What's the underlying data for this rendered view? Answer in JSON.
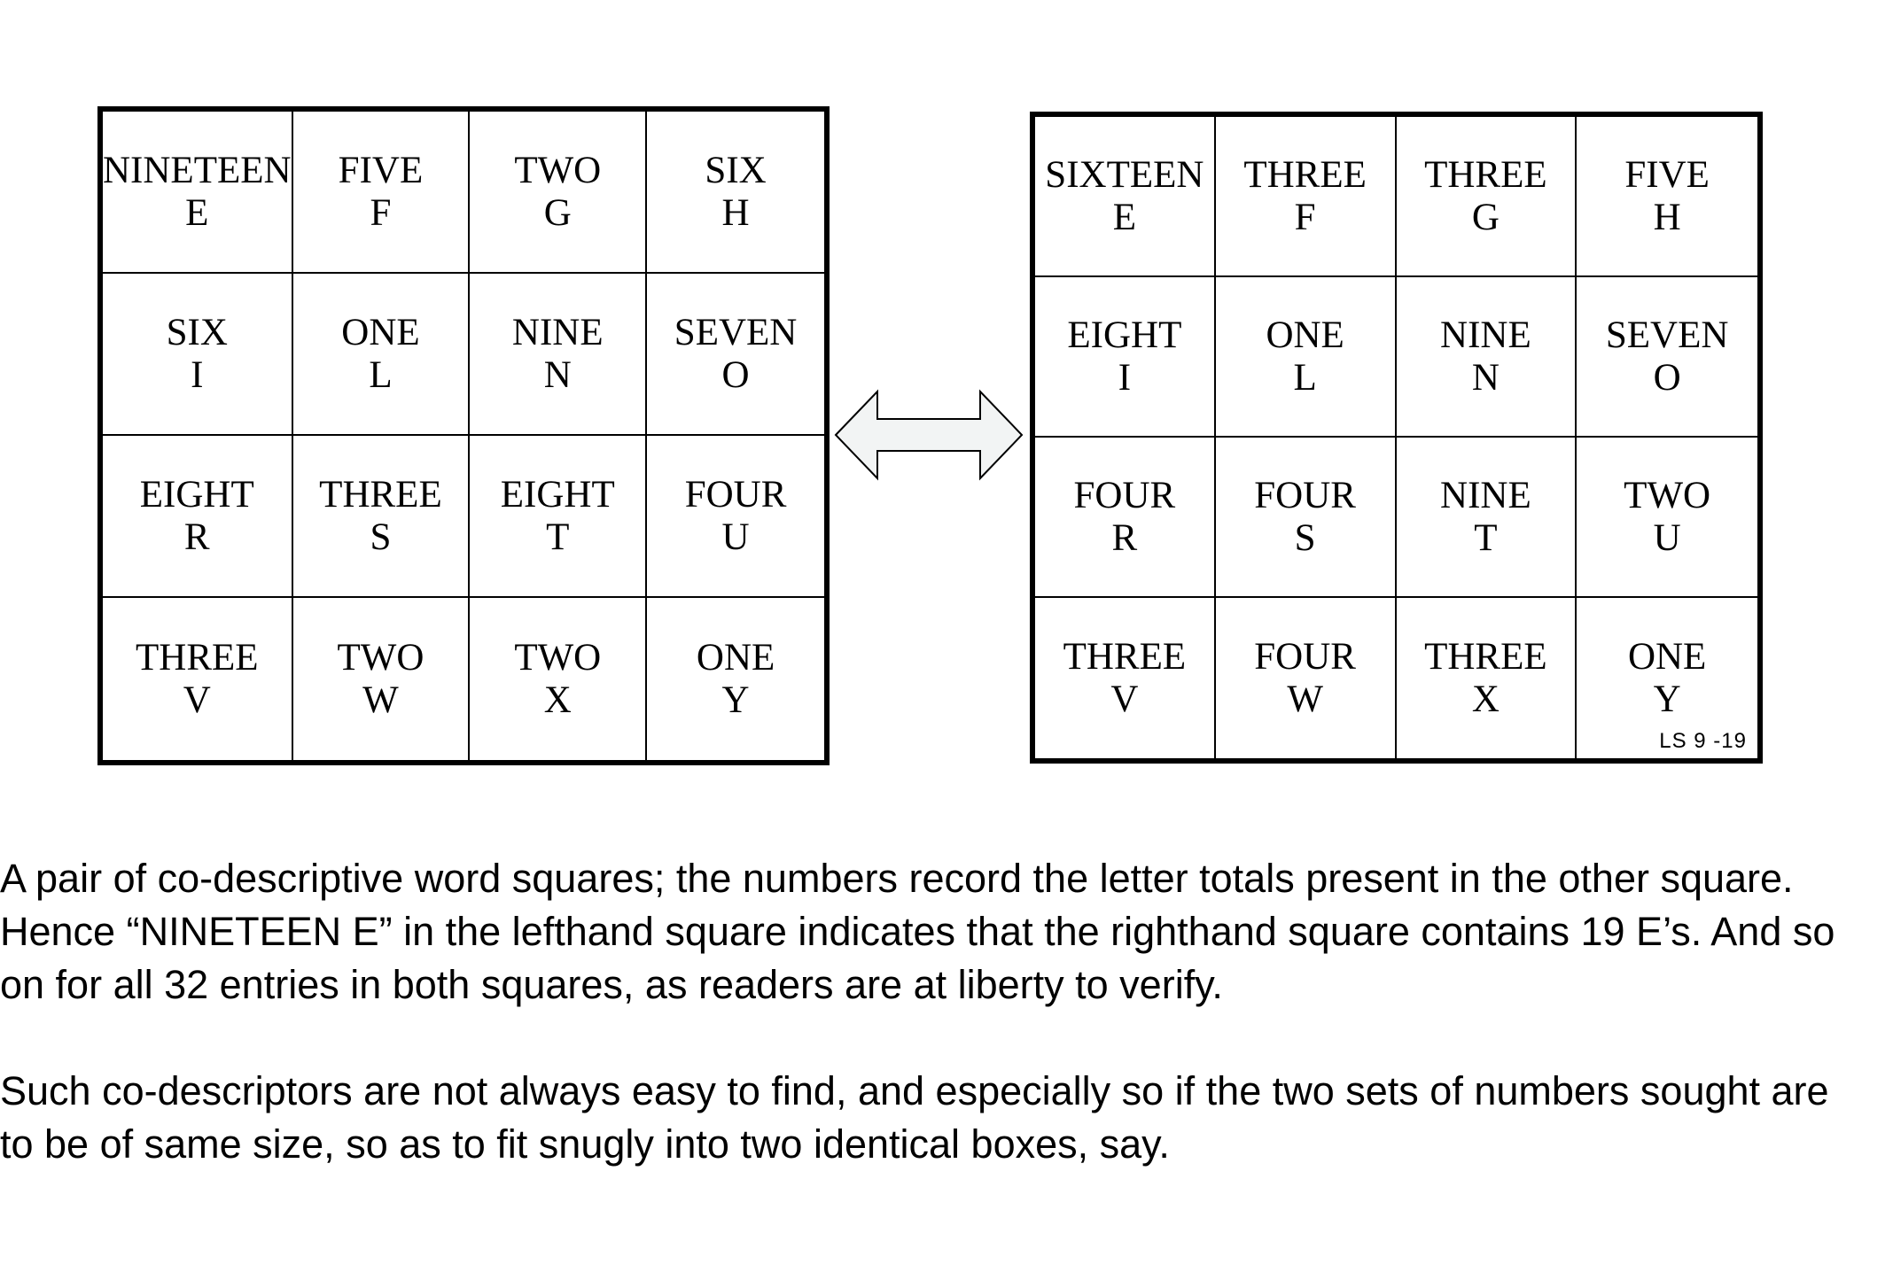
{
  "left_square": {
    "cells": [
      {
        "word": "NINETEEN",
        "letter": "E"
      },
      {
        "word": "FIVE",
        "letter": "F"
      },
      {
        "word": "TWO",
        "letter": "G"
      },
      {
        "word": "SIX",
        "letter": "H"
      },
      {
        "word": "SIX",
        "letter": "I"
      },
      {
        "word": "ONE",
        "letter": "L"
      },
      {
        "word": "NINE",
        "letter": "N"
      },
      {
        "word": "SEVEN",
        "letter": "O"
      },
      {
        "word": "EIGHT",
        "letter": "R"
      },
      {
        "word": "THREE",
        "letter": "S"
      },
      {
        "word": "EIGHT",
        "letter": "T"
      },
      {
        "word": "FOUR",
        "letter": "U"
      },
      {
        "word": "THREE",
        "letter": "V"
      },
      {
        "word": "TWO",
        "letter": "W"
      },
      {
        "word": "TWO",
        "letter": "X"
      },
      {
        "word": "ONE",
        "letter": "Y"
      }
    ]
  },
  "right_square": {
    "cells": [
      {
        "word": "SIXTEEN",
        "letter": "E"
      },
      {
        "word": "THREE",
        "letter": "F"
      },
      {
        "word": "THREE",
        "letter": "G"
      },
      {
        "word": "FIVE",
        "letter": "H"
      },
      {
        "word": "EIGHT",
        "letter": "I"
      },
      {
        "word": "ONE",
        "letter": "L"
      },
      {
        "word": "NINE",
        "letter": "N"
      },
      {
        "word": "SEVEN",
        "letter": "O"
      },
      {
        "word": "FOUR",
        "letter": "R"
      },
      {
        "word": "FOUR",
        "letter": "S"
      },
      {
        "word": "NINE",
        "letter": "T"
      },
      {
        "word": "TWO",
        "letter": "U"
      },
      {
        "word": "THREE",
        "letter": "V"
      },
      {
        "word": "FOUR",
        "letter": "W"
      },
      {
        "word": "THREE",
        "letter": "X"
      },
      {
        "word": "ONE",
        "letter": "Y"
      }
    ],
    "code_label": "LS 9 -19"
  },
  "arrow": {
    "icon": "double-headed-arrow-icon",
    "fill": "#f2f4f4",
    "stroke": "#000000"
  },
  "caption": {
    "paragraph1_lines": [
      "A pair of co-descriptive word squares; the numbers record the letter totals present in the other square.",
      "Hence “NINETEEN E” in the lefthand square indicates that the righthand square contains 19 E’s. And so",
      "on for all 32 entries in both squares, as readers are at liberty to verify."
    ],
    "paragraph2_lines": [
      "Such co-descriptors are not always easy to find, and especially so if the two sets of numbers sought are",
      "to be of same size, so as to fit snugly into two identical boxes, say."
    ]
  }
}
